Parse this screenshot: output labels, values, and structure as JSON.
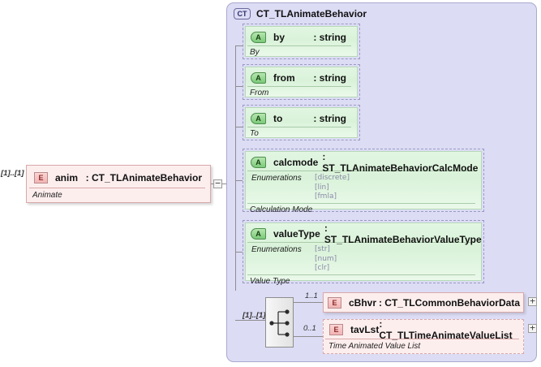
{
  "diagram": {
    "type": "xsd-schema-diagram",
    "root_element": {
      "badge": "E",
      "badge_icon": "element-badge-icon",
      "name": "anim",
      "separator": ":",
      "type": "CT_TLAnimateBehavior",
      "type_label": ": CT_TLAnimateBehavior",
      "annotation": "Animate",
      "cardinality": "[1]..[1]",
      "toggle": "−"
    },
    "complex_type": {
      "badge": "CT",
      "badge_icon": "complextype-badge-icon",
      "title": "CT_TLAnimateBehavior"
    },
    "attributes": [
      {
        "badge": "A",
        "badge_icon": "attribute-badge-icon",
        "name": "by",
        "type_label": ": string",
        "annotation": "By",
        "optional": true
      },
      {
        "badge": "A",
        "badge_icon": "attribute-badge-icon",
        "name": "from",
        "type_label": ": string",
        "annotation": "From",
        "optional": true
      },
      {
        "badge": "A",
        "badge_icon": "attribute-badge-icon",
        "name": "to",
        "type_label": ": string",
        "annotation": "To",
        "optional": true
      },
      {
        "badge": "A",
        "badge_icon": "attribute-badge-icon",
        "name": "calcmode",
        "type_label": ": ST_TLAnimateBehaviorCalcMode",
        "enumerations_label": "Enumerations",
        "enumerations": "[discrete]\n[lin]\n[fmla]",
        "annotation": "Calculation Mode",
        "optional": true
      },
      {
        "badge": "A",
        "badge_icon": "attribute-badge-icon",
        "name": "valueType",
        "type_label": ": ST_TLAnimateBehaviorValueType",
        "enumerations_label": "Enumerations",
        "enumerations": "[str]\n[num]\n[clr]",
        "annotation": "Value Type",
        "optional": true
      }
    ],
    "sequence": {
      "icon": "sequence-compositor-icon",
      "cardinality": "[1]..[1]"
    },
    "child_elements": [
      {
        "badge": "E",
        "badge_icon": "element-badge-icon",
        "name": "cBhvr",
        "type_label": ": CT_TLCommonBehaviorData",
        "cardinality": "1..1",
        "annotation": "",
        "toggle": "+",
        "optional": false
      },
      {
        "badge": "E",
        "badge_icon": "element-badge-icon",
        "name": "tavLst",
        "type_label": ": CT_TLTimeAnimateValueList",
        "cardinality": "0..1",
        "annotation": "Time Animated Value List",
        "toggle": "+",
        "optional": true
      }
    ]
  },
  "colors": {
    "container_bg": "#dcdcf5",
    "attribute_bg": "#ddf2dd",
    "element_bg": "#fdeeee",
    "enum_text": "#8a8aa8",
    "line": "#8d8d8d"
  }
}
